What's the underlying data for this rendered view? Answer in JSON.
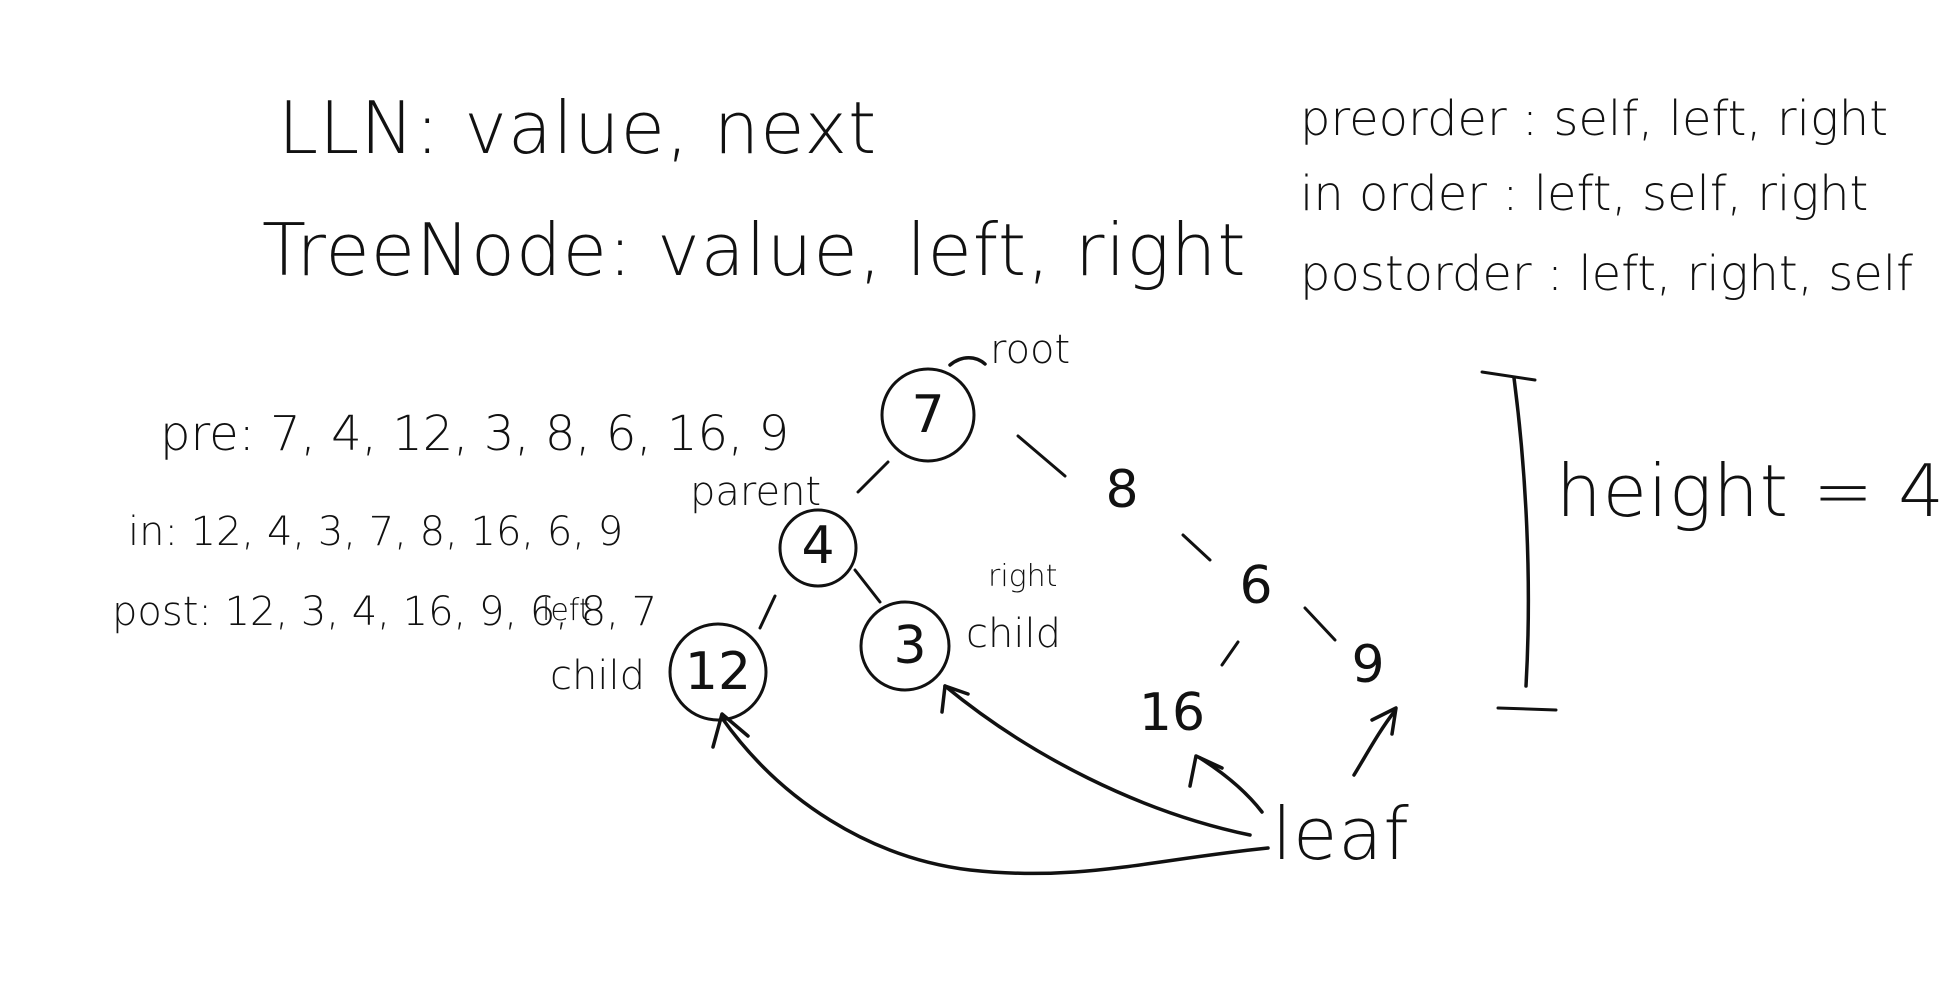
{
  "definitions": {
    "lln": "LLN: value, next",
    "treenode": "TreeNode: value, left, right"
  },
  "traversal_rules": {
    "preorder": "preorder : self, left, right",
    "inorder": "in order : left, self, right",
    "postorder": "postorder : left, right, self"
  },
  "traversal_results": {
    "pre": "pre: 7, 4, 12, 3, 8, 6, 16, 9",
    "in": "in: 12, 4, 3, 7, 8, 16, 6, 9",
    "post": "post: 12, 3, 4, 16, 9, 6, 8, 7"
  },
  "tree": {
    "root": "7",
    "node_4": "4",
    "node_12": "12",
    "node_3": "3",
    "node_8": "8",
    "node_6": "6",
    "node_16": "16",
    "node_9": "9"
  },
  "annotations": {
    "root": "root",
    "parent": "parent",
    "left_child_a": "left",
    "left_child_b": "child",
    "right_child_a": "right",
    "right_child_b": "child",
    "leaf": "leaf",
    "height": "height = 4"
  },
  "colors": {
    "ink": "#111111",
    "background": "#ffffff"
  }
}
